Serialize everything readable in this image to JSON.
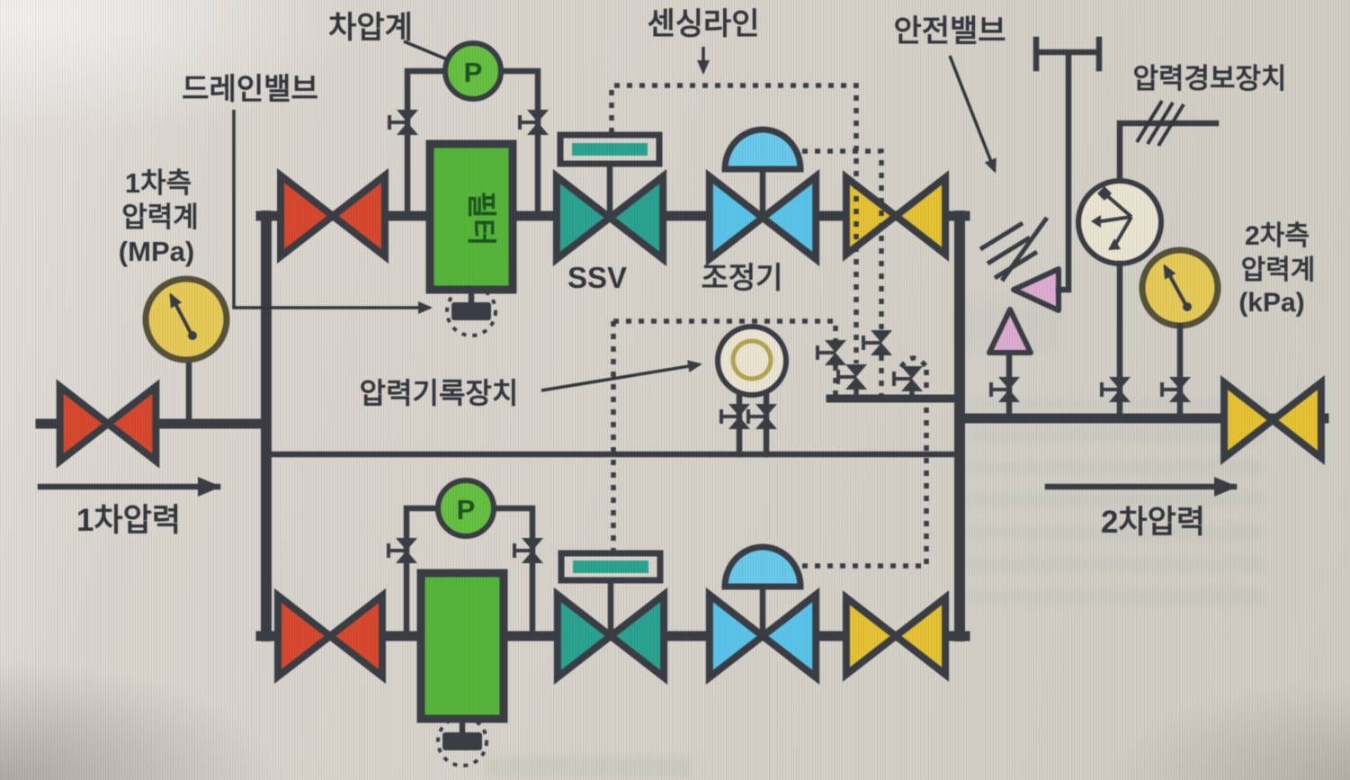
{
  "colors": {
    "pipe": "#3a3e44",
    "label": "#33363c",
    "valve_red": "#d6492f",
    "valve_teal": "#2ba392",
    "valve_blue": "#5ac4e8",
    "dome_blue": "#69c9ea",
    "valve_yellow": "#e4c233",
    "valve_pink": "#dcabd0",
    "filter_green": "#55b53b",
    "filter_text": "#1e5420",
    "gauge_green": "#66c041",
    "gauge_yellow": "#e6ca58",
    "cream": "#eae4d2",
    "recorder_ring": "#b3a54e",
    "actuator_bg": "#d8d4cc"
  },
  "labels": {
    "diff_gauge": "차압계",
    "drain_valve": "드레인밸브",
    "sensing_line": "센싱라인",
    "safety_valve": "안전밸브",
    "pressure_alarm": "압력경보장치",
    "primary_gauge": {
      "l1": "1차측",
      "l2": "압력계",
      "l3": "(MPa)"
    },
    "secondary_gauge": {
      "l1": "2차측",
      "l2": "압력계",
      "l3": "(kPa)"
    },
    "filter": "필터",
    "ssv": "SSV",
    "regulator": "조정기",
    "recorder": "압력기록장치",
    "inlet_flow": "1차압력",
    "outlet_flow": "2차압력",
    "p_gauge_top": "P",
    "p_gauge_bottom": "P"
  }
}
